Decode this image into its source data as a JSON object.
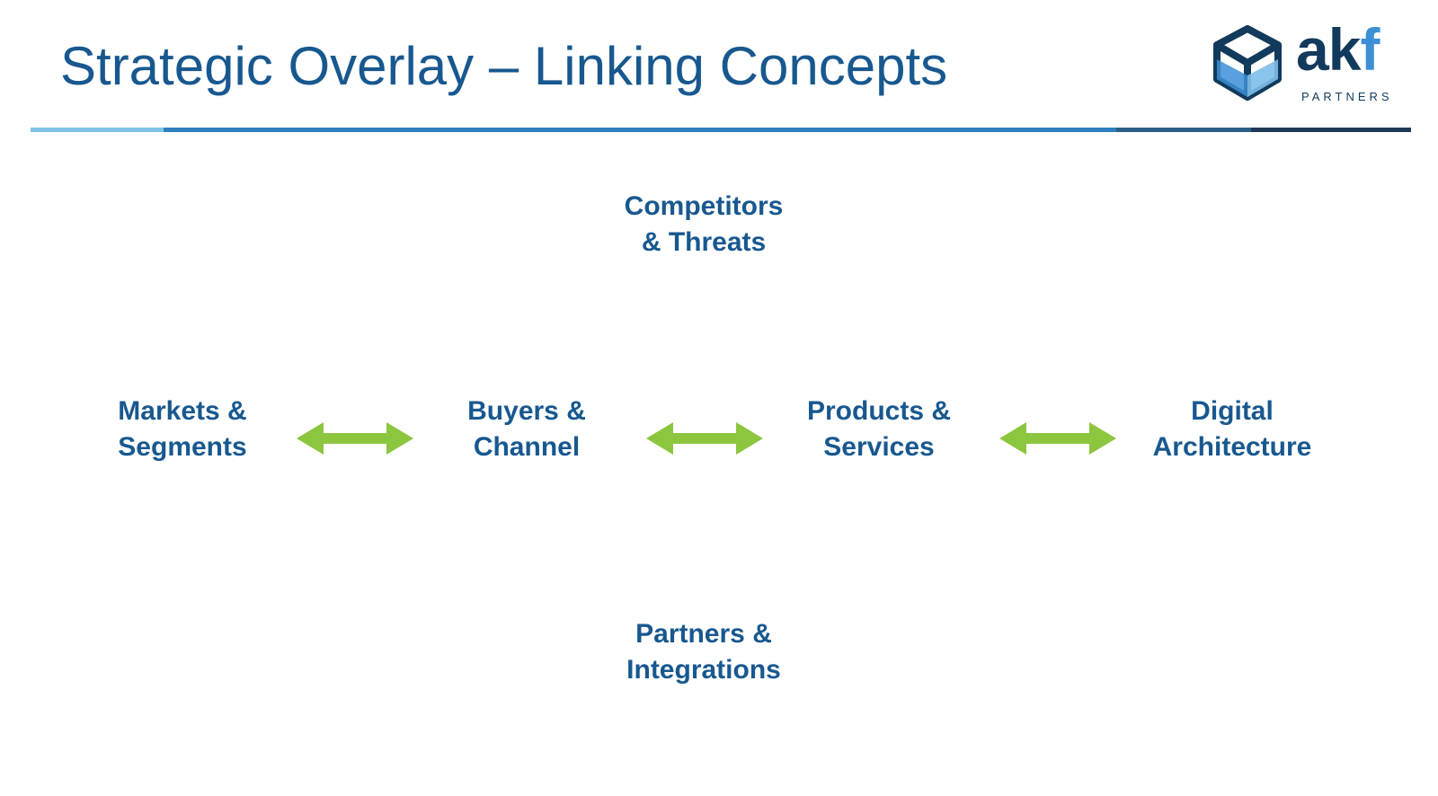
{
  "slide": {
    "title": "Strategic Overlay – Linking Concepts"
  },
  "logo": {
    "wordmark_a": "a",
    "wordmark_k": "k",
    "wordmark_f": "f",
    "subtitle": "PARTNERS"
  },
  "diagram": {
    "top": {
      "line1": "Competitors",
      "line2": "& Threats"
    },
    "bottom": {
      "line1": "Partners &",
      "line2": "Integrations"
    },
    "row": [
      {
        "line1": "Markets &",
        "line2": "Segments"
      },
      {
        "line1": "Buyers &",
        "line2": "Channel"
      },
      {
        "line1": "Products &",
        "line2": "Services"
      },
      {
        "line1": "Digital",
        "line2": "Architecture"
      }
    ],
    "connector_icon": "double-headed-arrow"
  },
  "colors": {
    "title": "#18588f",
    "node_text": "#18588f",
    "arrow": "#8cc63f",
    "logo_dark": "#123a5c",
    "logo_light": "#3c8fd6",
    "rule_segments": [
      "#7fc4e8",
      "#2f7fbd",
      "#2c5f86",
      "#1d3954"
    ]
  }
}
